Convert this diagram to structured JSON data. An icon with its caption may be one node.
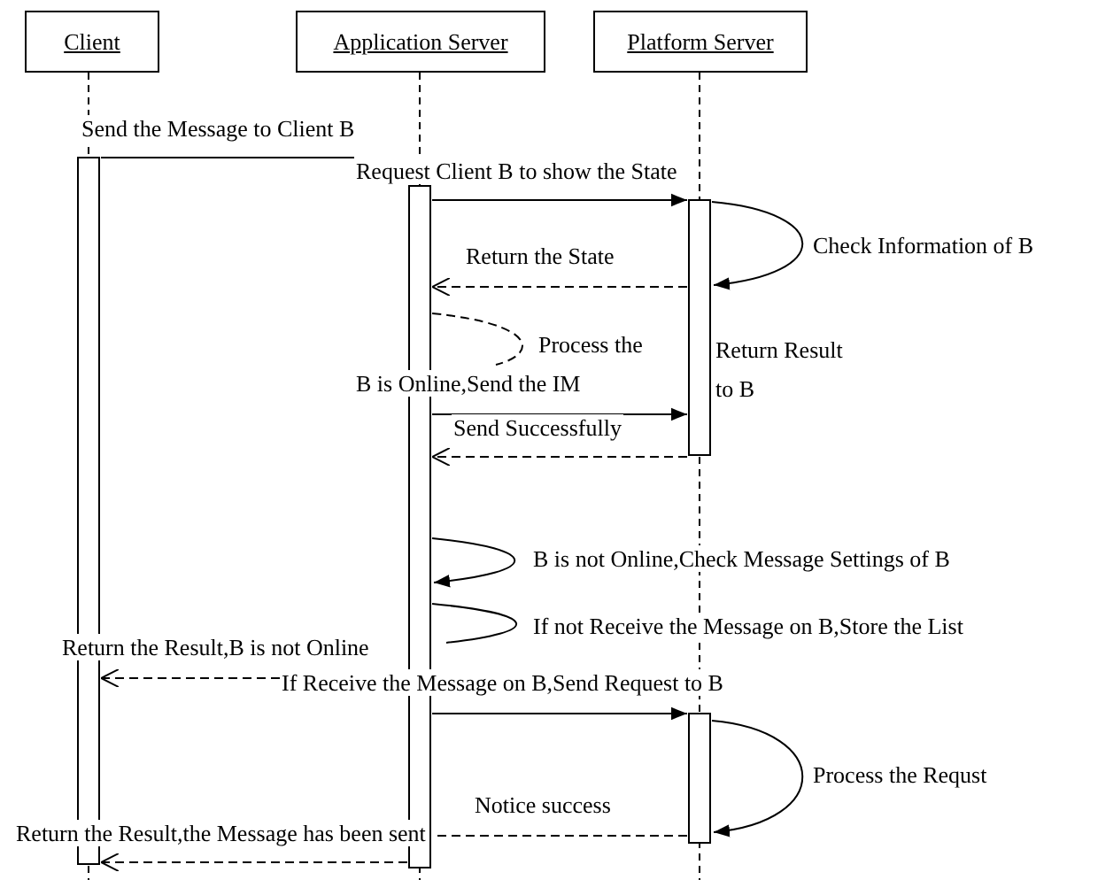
{
  "diagram": {
    "nodes": [
      {
        "text": [
          "Client"
        ]
      },
      {
        "text": [
          "Application Server"
        ]
      },
      {
        "text": [
          "Platform Server"
        ]
      }
    ],
    "edges": [
      {
        "from": 0,
        "to": 1,
        "arrow": "none",
        "label": "Send the Message to Client B"
      },
      {
        "from": 1,
        "to": 2,
        "arrow": "to",
        "label": "Request Client B to show the State"
      },
      {
        "from": 2,
        "to": 2,
        "arrow": "to",
        "label": "Check Information of B"
      },
      {
        "from": 2,
        "to": 1,
        "arrow": "to",
        "style": "dashed",
        "label": "Return the State"
      },
      {
        "from": 1,
        "to": 1,
        "arrow": "none",
        "style": "dashed",
        "label": "Process the"
      },
      {
        "from": 1,
        "to": 2,
        "arrow": "to",
        "label": "B is Online,Send the IM"
      },
      {
        "from": 2,
        "to": 1,
        "arrow": "to",
        "style": "dashed",
        "label": "Send Successfully"
      },
      {
        "from": 1,
        "to": 1,
        "arrow": "to",
        "label": "B is not Online,Check Message Settings of B"
      },
      {
        "from": 1,
        "to": 1,
        "arrow": "none",
        "label": "If not Receive the Message on B,Store the List"
      },
      {
        "from": 1,
        "to": 0,
        "arrow": "to",
        "style": "dashed",
        "label": "Return the Result,B is not Online"
      },
      {
        "from": 1,
        "to": 2,
        "arrow": "to",
        "label": "If Receive the Message on B,Send Request to B"
      },
      {
        "from": 2,
        "to": 2,
        "arrow": "to",
        "label": "Process the Requst"
      },
      {
        "from": 2,
        "to": 1,
        "arrow": "none",
        "style": "dashed",
        "label": "Notice success"
      },
      {
        "from": 1,
        "to": 0,
        "arrow": "to",
        "style": "dashed",
        "label": "Return the Result,the Message has been sent"
      }
    ],
    "labels": [
      "Return Result to B"
    ]
  }
}
